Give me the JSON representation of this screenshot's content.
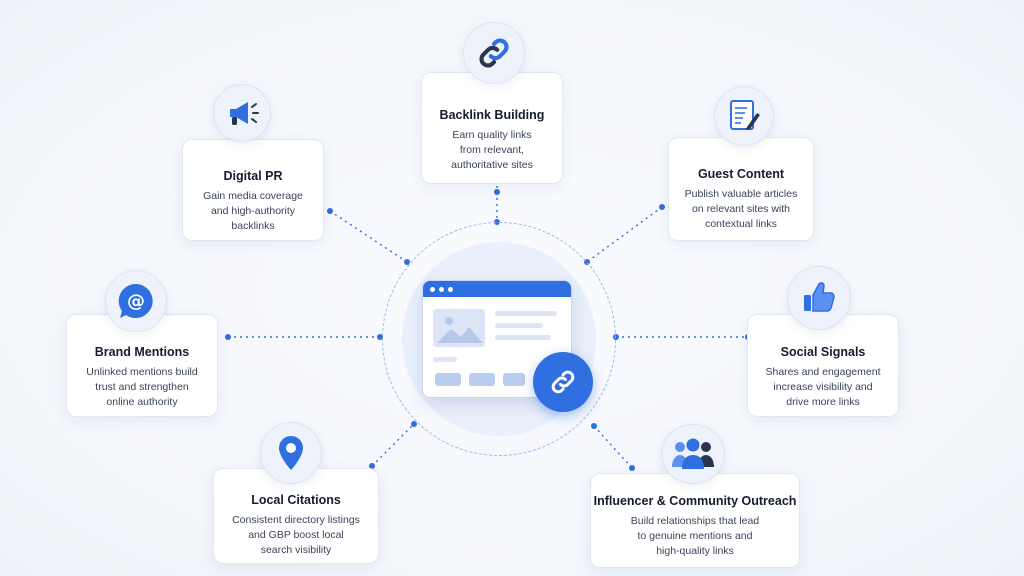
{
  "nodes": {
    "backlink": {
      "title": "Backlink Building",
      "desc": "Earn quality links\nfrom relevant,\nauthoritative sites",
      "icon": "chain-link-icon"
    },
    "digital_pr": {
      "title": "Digital PR",
      "desc": "Gain media coverage\nand high-authority\nbacklinks",
      "icon": "megaphone-icon"
    },
    "guest": {
      "title": "Guest Content",
      "desc": "Publish valuable articles\non relevant sites with\ncontextual links",
      "icon": "document-pencil-icon"
    },
    "brand": {
      "title": "Brand Mentions",
      "desc": "Unlinked mentions build\ntrust and strengthen\nonline authority",
      "icon": "at-sign-icon"
    },
    "social": {
      "title": "Social Signals",
      "desc": "Shares and engagement\nincrease visibility and\ndrive more links",
      "icon": "thumbs-up-icon"
    },
    "local": {
      "title": "Local Citations",
      "desc": "Consistent directory listings\nand GBP boost local\nsearch visibility",
      "icon": "map-pin-icon"
    },
    "influencer": {
      "title": "Influencer & Community Outreach",
      "desc": "Build relationships that lead\nto genuine mentions and\nhigh-quality links",
      "icon": "people-group-icon"
    }
  },
  "center": {
    "icon": "browser-window-icon",
    "badge_icon": "chain-link-icon"
  },
  "colors": {
    "accent": "#2f6fe0",
    "accent_light": "#5b8ff0",
    "card_bg": "#ffffff",
    "text_dark": "#141c2e"
  }
}
